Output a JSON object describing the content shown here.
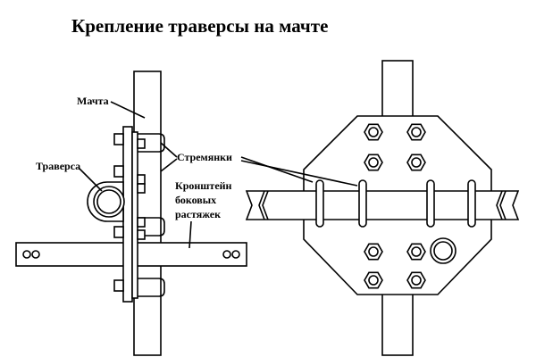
{
  "title": "Крепление траверсы на мачте",
  "labels": {
    "mast": "Мачта",
    "traverse": "Траверса",
    "stirrups": "Стремянки",
    "brackets_l1": "Кронштейн",
    "brackets_l2": "боковых",
    "brackets_l3": "растяжек"
  }
}
